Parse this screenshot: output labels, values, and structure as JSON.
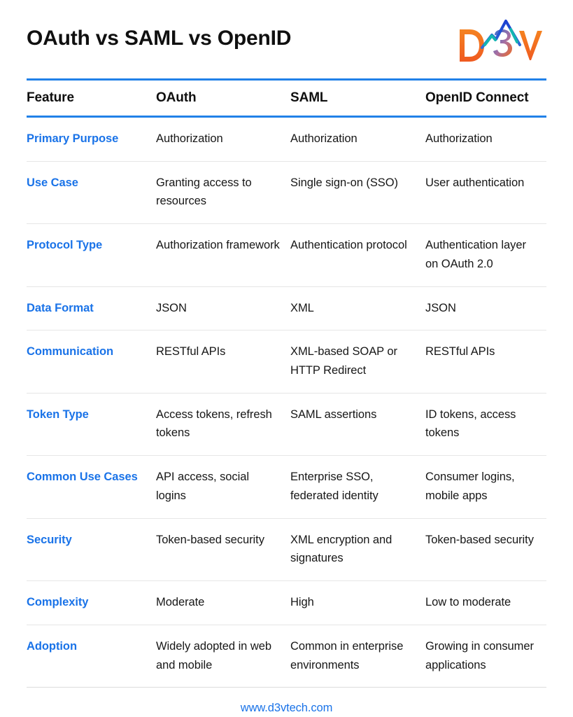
{
  "header": {
    "title": "OAuth vs SAML vs OpenID",
    "logo": {
      "text_d": "D",
      "text_3": "3",
      "text_v": "V",
      "alt": "D3V logo",
      "color_orange": "#f26522",
      "color_blue": "#1a4fd6",
      "color_teal": "#13b5b1"
    }
  },
  "table": {
    "columns": [
      "Feature",
      "OAuth",
      "SAML",
      "OpenID Connect"
    ],
    "rows": [
      {
        "feature": "Primary Purpose",
        "oauth": "Authorization",
        "saml": "Authorization",
        "oidc": "Authorization"
      },
      {
        "feature": "Use Case",
        "oauth": "Granting access to resources",
        "saml": "Single sign-on (SSO)",
        "oidc": "User authentication"
      },
      {
        "feature": "Protocol Type",
        "oauth": "Authorization framework",
        "saml": "Authentication protocol",
        "oidc": "Authentication layer on OAuth 2.0"
      },
      {
        "feature": "Data Format",
        "oauth": "JSON",
        "saml": "XML",
        "oidc": "JSON"
      },
      {
        "feature": "Communication",
        "oauth": "RESTful APIs",
        "saml": "XML-based SOAP or HTTP Redirect",
        "oidc": "RESTful APIs"
      },
      {
        "feature": "Token Type",
        "oauth": "Access tokens, refresh tokens",
        "saml": "SAML assertions",
        "oidc": "ID tokens, access tokens"
      },
      {
        "feature": "Common Use Cases",
        "oauth": "API access, social logins",
        "saml": "Enterprise SSO, federated identity",
        "oidc": "Consumer logins, mobile apps"
      },
      {
        "feature": "Security",
        "oauth": "Token-based security",
        "saml": "XML encryption and signatures",
        "oidc": "Token-based security"
      },
      {
        "feature": "Complexity",
        "oauth": "Moderate",
        "saml": "High",
        "oidc": "Low to moderate"
      },
      {
        "feature": "Adoption",
        "oauth": "Widely adopted in web and mobile",
        "saml": "Common in enterprise environments",
        "oidc": "Growing in consumer applications"
      }
    ]
  },
  "footer": {
    "link_text": "www.d3vtech.com"
  },
  "colors": {
    "accent_blue": "#1a73e8",
    "rule_blue": "#2181e8",
    "text_black": "#101010",
    "rule_gray": "#e6e6e6"
  }
}
